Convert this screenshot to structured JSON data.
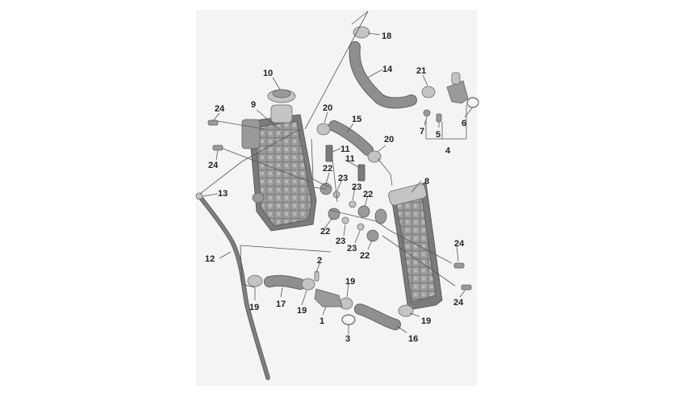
{
  "diagram": {
    "callouts": [
      "1",
      "2",
      "3",
      "4",
      "5",
      "6",
      "7",
      "8",
      "9",
      "10",
      "11",
      "12",
      "13",
      "14",
      "15",
      "16",
      "17",
      "18",
      "19",
      "20",
      "21",
      "22",
      "23",
      "24"
    ],
    "labels": {
      "l18": "18",
      "l14": "14",
      "l21": "21",
      "l10": "10",
      "l24a": "24",
      "l9": "9",
      "l20a": "20",
      "l15": "15",
      "l7": "7",
      "l5": "5",
      "l6": "6",
      "l4": "4",
      "l11a": "11",
      "l20b": "20",
      "l24b": "24",
      "l22a": "22",
      "l11b": "11",
      "l8": "8",
      "l13": "13",
      "l23a": "23",
      "l23b": "23",
      "l22b": "22",
      "l22c": "22",
      "l23c": "23",
      "l23d": "23",
      "l22d": "22",
      "l24c": "24",
      "l12": "12",
      "l2": "2",
      "l19a": "19",
      "l17": "17",
      "l19b": "19",
      "l19c": "19",
      "l1": "1",
      "l24d": "24",
      "l19d": "19",
      "l3": "3",
      "l16": "16"
    }
  },
  "colors": {
    "background": "#ffffff",
    "panel": "#f2f2f2",
    "part": "#9a9a9a",
    "text": "#222222"
  }
}
